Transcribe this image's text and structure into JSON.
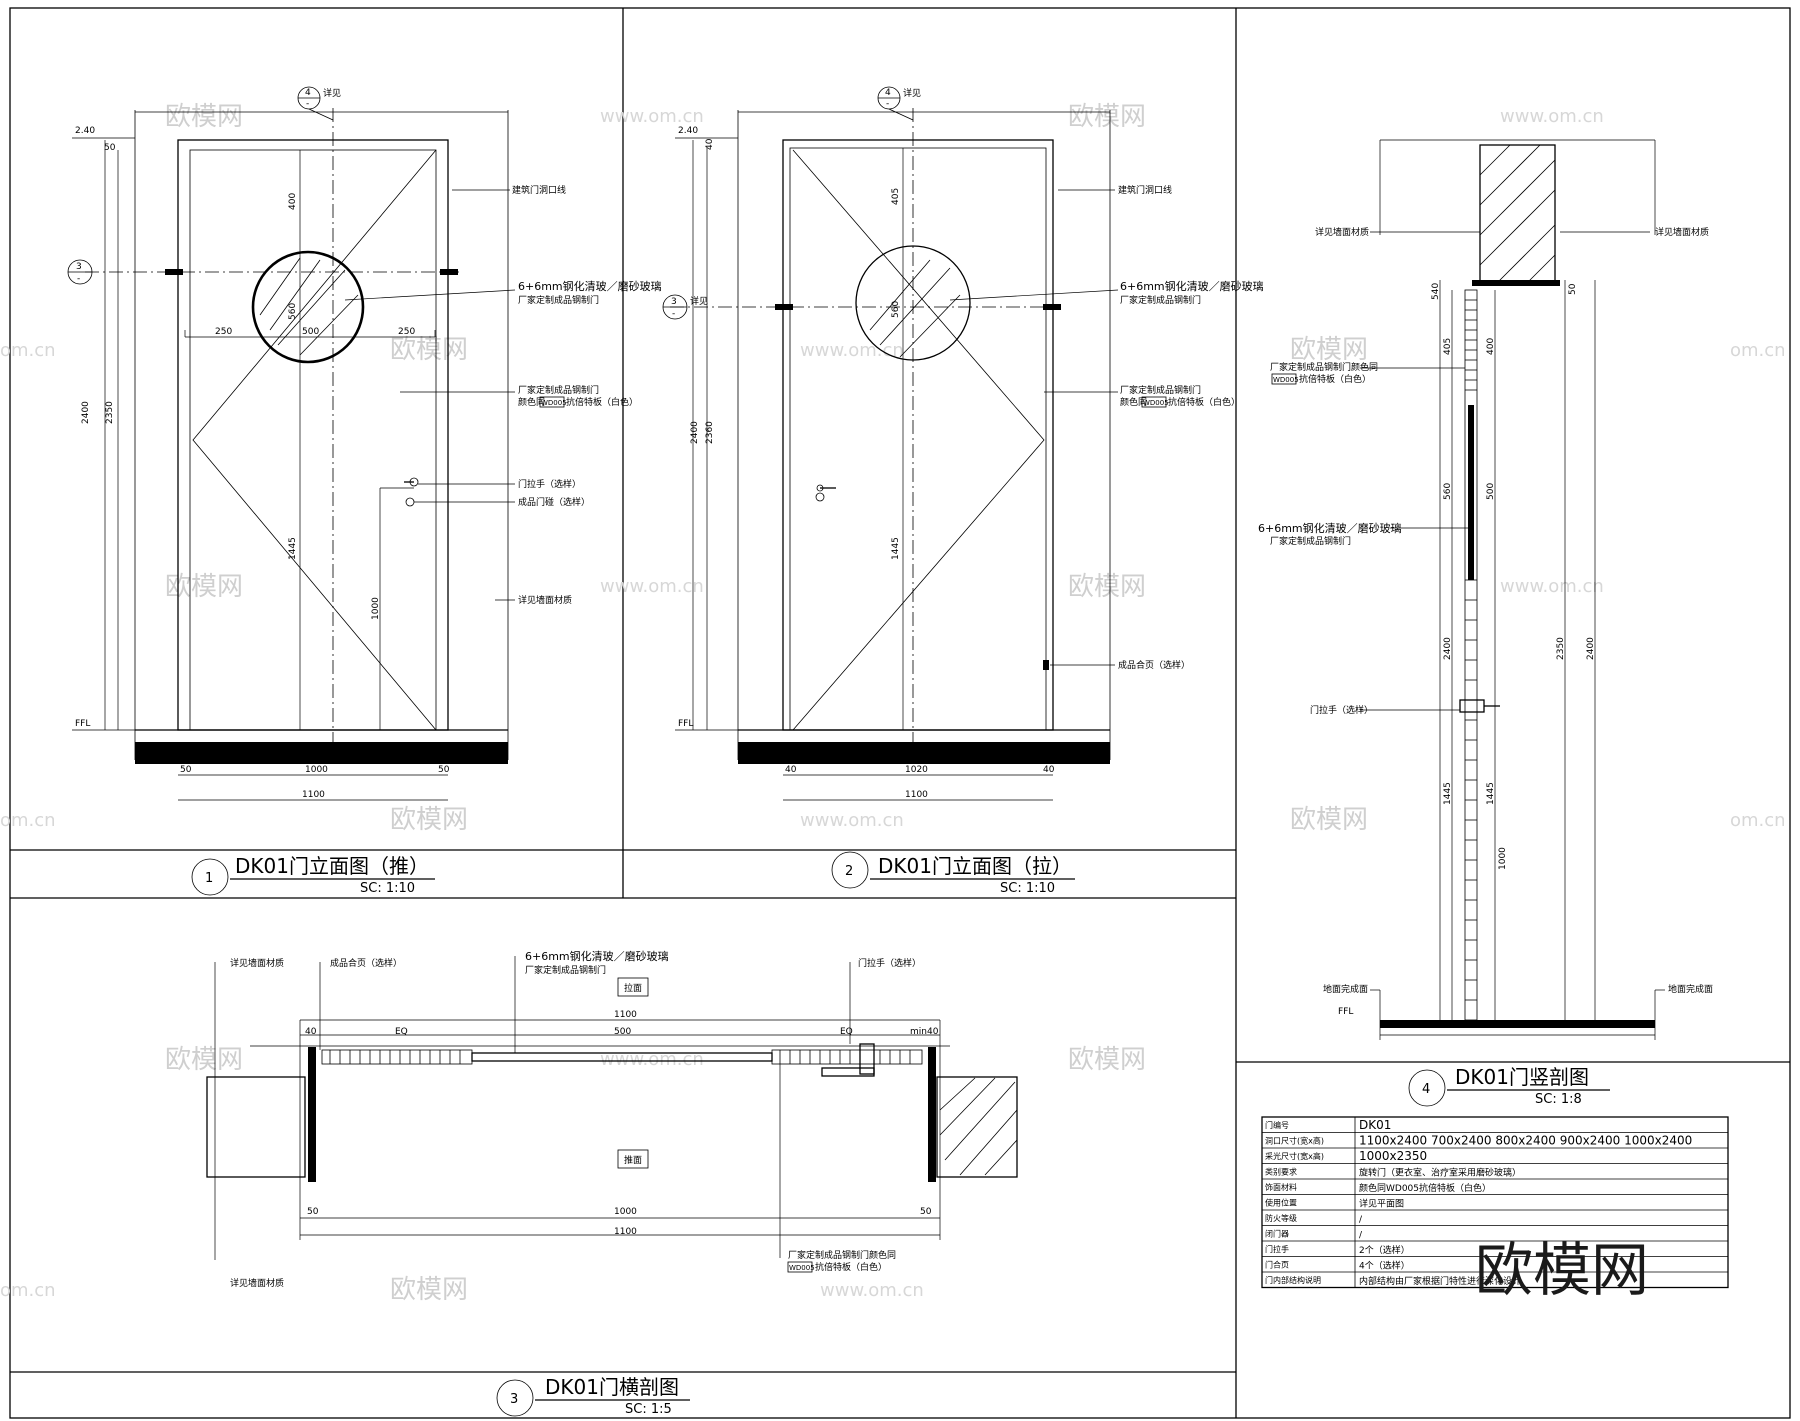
{
  "views": {
    "v1": {
      "num": "1",
      "title": "DK01门立面图（推）",
      "scale": "SC:   1:10"
    },
    "v2": {
      "num": "2",
      "title": "DK01门立面图（拉）",
      "scale": "SC:   1:10"
    },
    "v3": {
      "num": "3",
      "title": "DK01门横剖图",
      "scale": "SC:   1:5"
    },
    "v4": {
      "num": "4",
      "title": "DK01门竖剖图",
      "scale": "SC:   1:8"
    }
  },
  "elev1": {
    "dims_h": [
      "2400",
      "2350",
      "400",
      "560",
      "1445",
      "1000"
    ],
    "dims_w": [
      "250",
      "500",
      "250",
      "50",
      "1000",
      "50",
      "1100"
    ],
    "level_top": "2.40",
    "level_ffl": "FFL",
    "top_small": "50",
    "bubble_top": {
      "n": "4",
      "d": "-"
    },
    "bubble_top_note": "详见",
    "bubble_side": {
      "n": "3",
      "d": "-"
    },
    "notes": [
      "建筑门洞口线",
      "6+6mm钢化清玻／磨砂玻璃",
      "厂家定制成品钢制门",
      "厂家定制成品钢制门",
      "颜色同",
      "抗倍特板（白色）",
      "门拉手（选样）",
      "成品门碰（选样）",
      "详见墙面材质"
    ],
    "tag": "WD005"
  },
  "elev2": {
    "dims_h": [
      "2400",
      "2360",
      "40",
      "405",
      "560",
      "1445"
    ],
    "dims_w": [
      "40",
      "1020",
      "40",
      "1100"
    ],
    "level_top": "2.40",
    "level_ffl": "FFL",
    "bubble_top": {
      "n": "4",
      "d": "-"
    },
    "bubble_top_note": "详见",
    "bubble_side": {
      "n": "3",
      "d": "-"
    },
    "bubble_side_note": "详见",
    "notes": [
      "建筑门洞口线",
      "6+6mm钢化清玻／磨砂玻璃",
      "厂家定制成品钢制门",
      "厂家定制成品钢制门",
      "颜色同",
      "抗倍特板（白色）",
      "成品合页（选样）"
    ],
    "tag": "WD005"
  },
  "section3": {
    "pull_label": "拉面",
    "push_label": "推面",
    "dims": [
      "1100",
      "40",
      "EQ",
      "500",
      "EQ",
      "min40",
      "50",
      "1000",
      "50",
      "1100"
    ],
    "notes": [
      "详见墙面材质",
      "成品合页（选样）",
      "6+6mm钢化清玻／磨砂玻璃",
      "厂家定制成品钢制门",
      "门拉手（选样）",
      "厂家定制成品钢制门颜色同",
      "抗倍特板（白色）",
      "详见墙面材质"
    ],
    "tag": "WD005"
  },
  "section4": {
    "dims": [
      "540",
      "50",
      "405",
      "400",
      "560",
      "500",
      "2400",
      "2350",
      "2400",
      "1445",
      "1445",
      "1000"
    ],
    "level_ffl": "FFL",
    "notes": [
      "详见墙面材质",
      "详见墙面材质",
      "厂家定制成品钢制门颜色同",
      "抗倍特板（白色）",
      "6+6mm钢化清玻／磨砂玻璃",
      "厂家定制成品钢制门",
      "门拉手（选样）",
      "地面完成面",
      "地面完成面"
    ],
    "tag": "WD005"
  },
  "spec_table": {
    "rows": [
      {
        "k": "门编号",
        "v": "DK01"
      },
      {
        "k": "洞口尺寸(宽x高)",
        "v": "1100x2400 700x2400 800x2400 900x2400 1000x2400"
      },
      {
        "k": "采光尺寸(宽x高)",
        "v": "1000x2350"
      },
      {
        "k": "类别要求",
        "v": "旋转门（更衣室、治疗室采用磨砂玻璃）"
      },
      {
        "k": "饰面材料",
        "v": "颜色同WD005抗倍特板（白色）"
      },
      {
        "k": "使用位置",
        "v": "详见平面图"
      },
      {
        "k": "防火等级",
        "v": "/"
      },
      {
        "k": "闭门器",
        "v": "/"
      },
      {
        "k": "门拉手",
        "v": "2个（选样）"
      },
      {
        "k": "门合页",
        "v": "4个（选样）"
      },
      {
        "k": "门内部结构说明",
        "v": "内部结构由厂家根据门特性进行深化设计"
      }
    ]
  },
  "watermarks": {
    "brand": "欧模网",
    "site": "www.om.cn",
    "site_short": "om.cn"
  }
}
